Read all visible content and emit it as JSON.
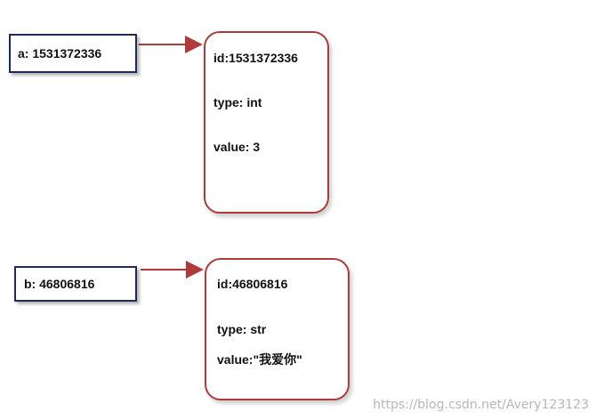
{
  "diagram": {
    "variables": [
      {
        "label": "a: 1531372336"
      },
      {
        "label": "b: 46806816"
      }
    ],
    "objects": [
      {
        "id_line": "id:1531372336",
        "type_line": "type: int",
        "value_line": "value:  3"
      },
      {
        "id_line": "id:46806816",
        "type_line": "type: str",
        "value_line": "value:\"我爱你\""
      }
    ],
    "arrow_color": "#b03a3a",
    "variable_border_color": "#1f2a5a",
    "object_border_color": "#b03a3a"
  },
  "watermark": "https://blog.csdn.net/Avery123123"
}
